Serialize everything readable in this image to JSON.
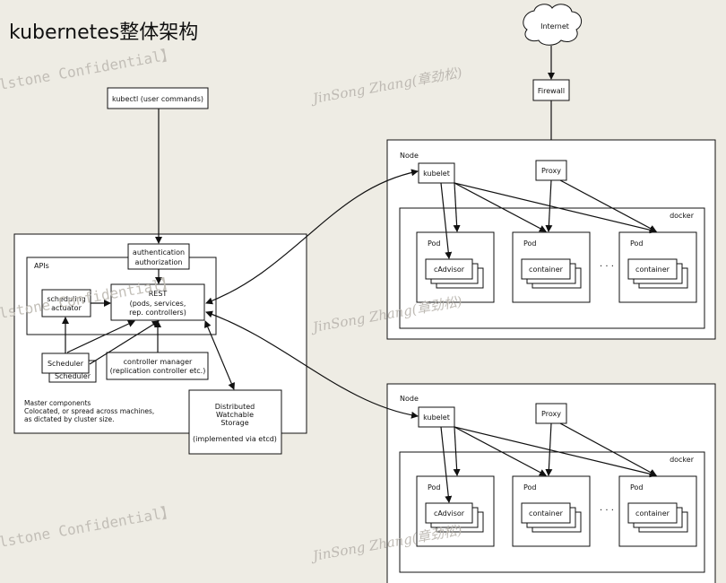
{
  "title": "kubernetes整体架构",
  "watermarks": {
    "confidential": "lstone Confidential】",
    "author": "JinSong Zhang(章劲松)"
  },
  "master": {
    "kubectl": "kubectl (user commands)",
    "auth": [
      "authentication",
      "authorization"
    ],
    "apis": "APIs",
    "scheduling": [
      "scheduling",
      "actuator"
    ],
    "rest": [
      "REST",
      "(pods, services,",
      "rep. controllers)"
    ],
    "scheduler": "Scheduler",
    "controller_manager": [
      "controller manager",
      "(replication controller etc.)"
    ],
    "master_components": [
      "Master components",
      "Colocated, or spread across machines,",
      "as dictated by cluster size."
    ],
    "storage": [
      "Distributed",
      "Watchable",
      "Storage",
      "(implemented via etcd)"
    ]
  },
  "internet": "Internet",
  "firewall": "Firewall",
  "nodes": [
    {
      "label": "Node",
      "kubelet": "kubelet",
      "proxy": "Proxy",
      "docker": "docker",
      "pods": [
        {
          "label": "Pod",
          "container": "cAdvisor"
        },
        {
          "label": "Pod",
          "container": "container"
        },
        {
          "label": "Pod",
          "container": "container"
        }
      ],
      "ellipsis": "· · ·"
    },
    {
      "label": "Node",
      "kubelet": "kubelet",
      "proxy": "Proxy",
      "docker": "docker",
      "pods": [
        {
          "label": "Pod",
          "container": "cAdvisor"
        },
        {
          "label": "Pod",
          "container": "container"
        },
        {
          "label": "Pod",
          "container": "container"
        }
      ],
      "ellipsis": "· · ·"
    }
  ]
}
